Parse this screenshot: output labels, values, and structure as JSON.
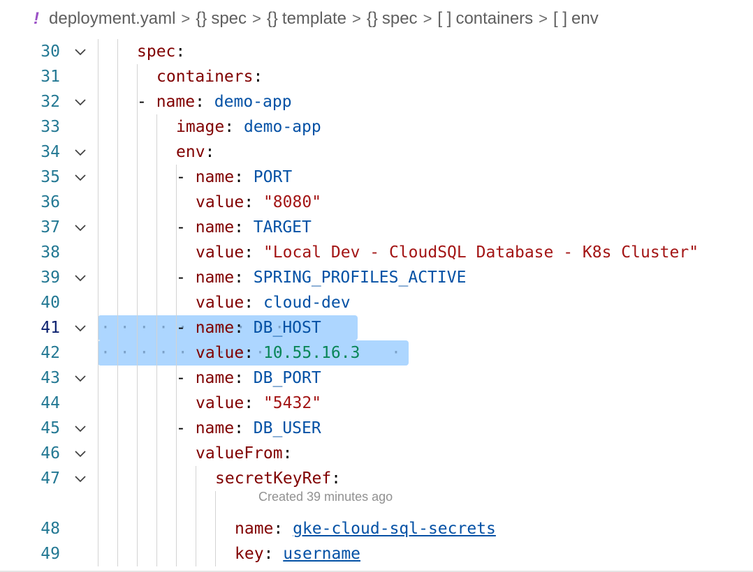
{
  "breadcrumb": {
    "file_icon": "!",
    "file": "deployment.yaml",
    "crumbs": [
      {
        "sym": "{}",
        "label": "spec"
      },
      {
        "sym": "{}",
        "label": "template"
      },
      {
        "sym": "{}",
        "label": "spec"
      },
      {
        "sym": "[ ]",
        "label": "containers"
      },
      {
        "sym": "[ ]",
        "label": "env"
      }
    ]
  },
  "lines": [
    {
      "n": "30",
      "k": "spec",
      "colon": ":",
      "dash": "",
      "v": ""
    },
    {
      "n": "31",
      "k": "containers",
      "colon": ":",
      "dash": "",
      "v": ""
    },
    {
      "n": "32",
      "k": "name",
      "colon": ": ",
      "dash": "- ",
      "v": "demo-app"
    },
    {
      "n": "33",
      "k": "image",
      "colon": ": ",
      "dash": "",
      "v": "demo-app"
    },
    {
      "n": "34",
      "k": "env",
      "colon": ":",
      "dash": "",
      "v": ""
    },
    {
      "n": "35",
      "k": "name",
      "colon": ": ",
      "dash": "- ",
      "v": "PORT"
    },
    {
      "n": "36",
      "k": "value",
      "colon": ": ",
      "dash": "",
      "v": "\"8080\""
    },
    {
      "n": "37",
      "k": "name",
      "colon": ": ",
      "dash": "- ",
      "v": "TARGET"
    },
    {
      "n": "38",
      "k": "value",
      "colon": ": ",
      "dash": "",
      "v": "\"Local Dev - CloudSQL Database - K8s Cluster\""
    },
    {
      "n": "39",
      "k": "name",
      "colon": ": ",
      "dash": "- ",
      "v": "SPRING_PROFILES_ACTIVE"
    },
    {
      "n": "40",
      "k": "value",
      "colon": ": ",
      "dash": "",
      "v": "cloud-dev"
    },
    {
      "n": "41",
      "k": "name",
      "colon": ": ",
      "dash": "- ",
      "v": "DB_HOST"
    },
    {
      "n": "42",
      "k": "value",
      "colon": ": ",
      "dash": "",
      "v": "10.55.16.3"
    },
    {
      "n": "43",
      "k": "name",
      "colon": ": ",
      "dash": "- ",
      "v": "DB_PORT"
    },
    {
      "n": "44",
      "k": "value",
      "colon": ": ",
      "dash": "",
      "v": "\"5432\""
    },
    {
      "n": "45",
      "k": "name",
      "colon": ": ",
      "dash": "- ",
      "v": "DB_USER"
    },
    {
      "n": "46",
      "k": "valueFrom",
      "colon": ":",
      "dash": "",
      "v": ""
    },
    {
      "n": "47",
      "k": "secretKeyRef",
      "colon": ":",
      "dash": "",
      "v": ""
    },
    {
      "n": "48",
      "k": "name",
      "colon": ": ",
      "dash": "",
      "v": "gke-cloud-sql-secrets"
    },
    {
      "n": "49",
      "k": "key",
      "colon": ": ",
      "dash": "",
      "v": "username"
    }
  ],
  "codelens": "Created 39 minutes ago",
  "colors": {
    "key": "#800000",
    "value": "#0451a5",
    "string": "#a31515",
    "number": "#098658",
    "line_number": "#237893",
    "selection": "#add6ff"
  }
}
